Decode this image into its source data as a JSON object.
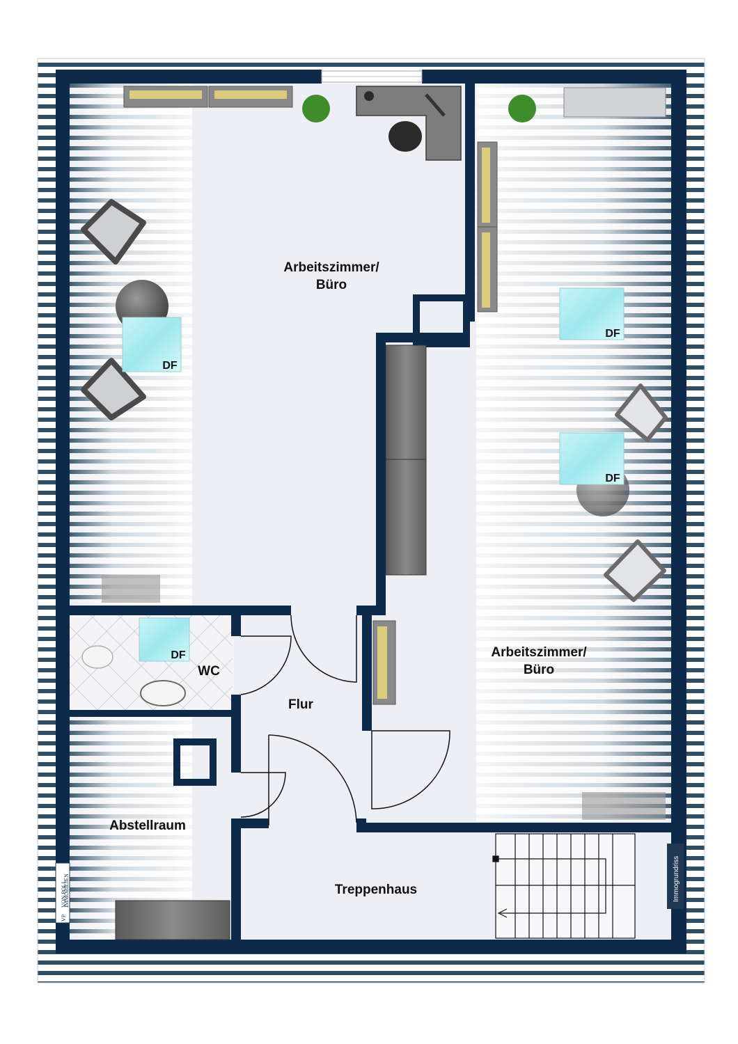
{
  "plan": {
    "rooms": {
      "buero_links": [
        "Arbeitszimmer/",
        "Büro"
      ],
      "buero_rechts": [
        "Arbeitszimmer/",
        "Büro"
      ],
      "wc": "WC",
      "flur": "Flur",
      "abstellraum": "Abstellraum",
      "treppenhaus": "Treppenhaus"
    },
    "windows": {
      "label": "DF"
    },
    "badge": "Immogrundriss",
    "logo": {
      "mark": "VP",
      "name": "VON POLL",
      "sub": "IMMOBILIEN"
    },
    "colors": {
      "wall": "#0e2a4b",
      "floor": "#eeeff5",
      "stripe": "#2f4e63",
      "glass": "#aeeef2",
      "furniture": "#6c6c6c"
    }
  }
}
